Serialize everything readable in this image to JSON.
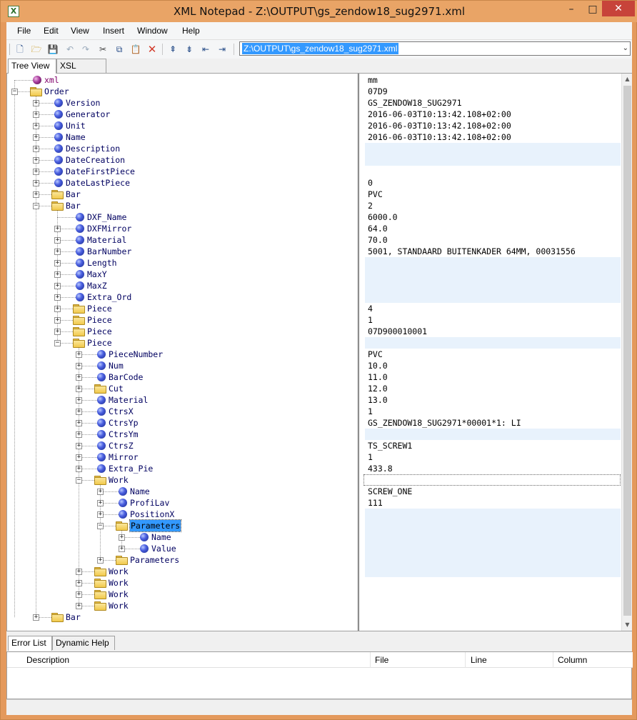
{
  "window": {
    "title": "XML Notepad - Z:\\OUTPUT\\gs_zendow18_sug2971.xml",
    "app_icon_glyph": "X",
    "minimize_glyph": "–",
    "maximize_glyph": "□",
    "close_glyph": "✕"
  },
  "menu": [
    "File",
    "Edit",
    "View",
    "Insert",
    "Window",
    "Help"
  ],
  "toolbar": {
    "icons": [
      "new-file-icon",
      "open-folder-icon",
      "save-icon",
      "undo-icon",
      "redo-icon",
      "cut-icon",
      "copy-icon",
      "paste-icon",
      "delete-icon",
      "nudge-up-icon",
      "nudge-down-icon",
      "nudge-left-icon",
      "nudge-right-icon"
    ],
    "location": "Z:\\OUTPUT\\gs_zendow18_sug2971.xml"
  },
  "tabs_top": [
    "Tree View",
    "XSL Output"
  ],
  "tabs_bottom": [
    "Error List",
    "Dynamic Help"
  ],
  "tree": [
    {
      "label": "xml",
      "depth": 0,
      "kind": "pi",
      "expander": ""
    },
    {
      "label": "Order",
      "depth": 0,
      "kind": "folder",
      "expander": "−"
    },
    {
      "label": "Version",
      "depth": 1,
      "kind": "elem",
      "expander": "+"
    },
    {
      "label": "Generator",
      "depth": 1,
      "kind": "elem",
      "expander": "+"
    },
    {
      "label": "Unit",
      "depth": 1,
      "kind": "elem",
      "expander": "+"
    },
    {
      "label": "Name",
      "depth": 1,
      "kind": "elem",
      "expander": "+"
    },
    {
      "label": "Description",
      "depth": 1,
      "kind": "elem",
      "expander": "+"
    },
    {
      "label": "DateCreation",
      "depth": 1,
      "kind": "elem",
      "expander": "+"
    },
    {
      "label": "DateFirstPiece",
      "depth": 1,
      "kind": "elem",
      "expander": "+"
    },
    {
      "label": "DateLastPiece",
      "depth": 1,
      "kind": "elem",
      "expander": "+"
    },
    {
      "label": "Bar",
      "depth": 1,
      "kind": "folder",
      "expander": "+"
    },
    {
      "label": "Bar",
      "depth": 1,
      "kind": "folder",
      "expander": "−"
    },
    {
      "label": "DXF_Name",
      "depth": 2,
      "kind": "elem",
      "expander": ""
    },
    {
      "label": "DXFMirror",
      "depth": 2,
      "kind": "elem",
      "expander": "+"
    },
    {
      "label": "Material",
      "depth": 2,
      "kind": "elem",
      "expander": "+"
    },
    {
      "label": "BarNumber",
      "depth": 2,
      "kind": "elem",
      "expander": "+"
    },
    {
      "label": "Length",
      "depth": 2,
      "kind": "elem",
      "expander": "+"
    },
    {
      "label": "MaxY",
      "depth": 2,
      "kind": "elem",
      "expander": "+"
    },
    {
      "label": "MaxZ",
      "depth": 2,
      "kind": "elem",
      "expander": "+"
    },
    {
      "label": "Extra_Ord",
      "depth": 2,
      "kind": "elem",
      "expander": "+"
    },
    {
      "label": "Piece",
      "depth": 2,
      "kind": "folder",
      "expander": "+"
    },
    {
      "label": "Piece",
      "depth": 2,
      "kind": "folder",
      "expander": "+"
    },
    {
      "label": "Piece",
      "depth": 2,
      "kind": "folder",
      "expander": "+"
    },
    {
      "label": "Piece",
      "depth": 2,
      "kind": "folder",
      "expander": "−"
    },
    {
      "label": "PieceNumber",
      "depth": 3,
      "kind": "elem",
      "expander": "+"
    },
    {
      "label": "Num",
      "depth": 3,
      "kind": "elem",
      "expander": "+"
    },
    {
      "label": "BarCode",
      "depth": 3,
      "kind": "elem",
      "expander": "+"
    },
    {
      "label": "Cut",
      "depth": 3,
      "kind": "folder",
      "expander": "+"
    },
    {
      "label": "Material",
      "depth": 3,
      "kind": "elem",
      "expander": "+"
    },
    {
      "label": "CtrsX",
      "depth": 3,
      "kind": "elem",
      "expander": "+"
    },
    {
      "label": "CtrsYp",
      "depth": 3,
      "kind": "elem",
      "expander": "+"
    },
    {
      "label": "CtrsYm",
      "depth": 3,
      "kind": "elem",
      "expander": "+"
    },
    {
      "label": "CtrsZ",
      "depth": 3,
      "kind": "elem",
      "expander": "+"
    },
    {
      "label": "Mirror",
      "depth": 3,
      "kind": "elem",
      "expander": "+"
    },
    {
      "label": "Extra_Pie",
      "depth": 3,
      "kind": "elem",
      "expander": "+"
    },
    {
      "label": "Work",
      "depth": 3,
      "kind": "folder",
      "expander": "−"
    },
    {
      "label": "Name",
      "depth": 4,
      "kind": "elem",
      "expander": "+"
    },
    {
      "label": "ProfiLav",
      "depth": 4,
      "kind": "elem",
      "expander": "+"
    },
    {
      "label": "PositionX",
      "depth": 4,
      "kind": "elem",
      "expander": "+"
    },
    {
      "label": "Parameters",
      "depth": 4,
      "kind": "folder",
      "expander": "−",
      "selected": true
    },
    {
      "label": "Name",
      "depth": 5,
      "kind": "elem",
      "expander": "+"
    },
    {
      "label": "Value",
      "depth": 5,
      "kind": "elem",
      "expander": "+"
    },
    {
      "label": "Parameters",
      "depth": 4,
      "kind": "folder",
      "expander": "+"
    },
    {
      "label": "Work",
      "depth": 3,
      "kind": "folder",
      "expander": "+"
    },
    {
      "label": "Work",
      "depth": 3,
      "kind": "folder",
      "expander": "+"
    },
    {
      "label": "Work",
      "depth": 3,
      "kind": "folder",
      "expander": "+"
    },
    {
      "label": "Work",
      "depth": 3,
      "kind": "folder",
      "expander": "+"
    },
    {
      "label": "Bar",
      "depth": 1,
      "kind": "folder",
      "expander": "+"
    }
  ],
  "values": [
    "mm",
    "07D9",
    "GS_ZENDOW18_SUG2971",
    "2016-06-03T10:13:42.108+02:00",
    "2016-06-03T10:13:42.108+02:00",
    "2016-06-03T10:13:42.108+02:00",
    "",
    "",
    "",
    "0",
    "PVC",
    "2",
    "6000.0",
    "64.0",
    "70.0",
    "5001, STANDAARD BUITENKADER 64MM, 00031556",
    "",
    "",
    "",
    "",
    "4",
    "1",
    "07D900010001",
    "",
    "PVC",
    "10.0",
    "11.0",
    "12.0",
    "13.0",
    "1",
    "GS_ZENDOW18_SUG2971*00001*1: LI",
    "",
    "TS_SCREW1",
    "1",
    "433.8",
    "",
    "SCREW_ONE",
    "111"
  ],
  "error_columns": [
    "Description",
    "File",
    "Line",
    "Column"
  ],
  "colors": {
    "selection": "#3399ff",
    "title_bar": "#e9a466",
    "close_button": "#c7433a"
  }
}
